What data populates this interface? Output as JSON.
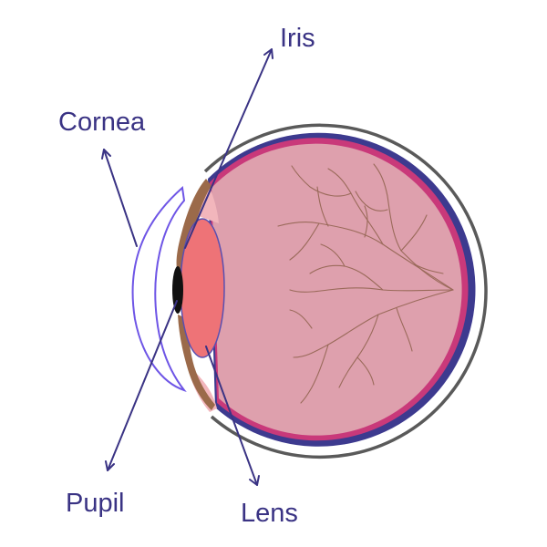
{
  "labels": {
    "iris": "Iris",
    "cornea": "Cornea",
    "pupil": "Pupil",
    "lens": "Lens"
  },
  "colors": {
    "label_text": "#3a3384",
    "sclera_outline": "#5a5a5a",
    "choroid": "#3d3a8f",
    "retina": "#c9397a",
    "vitreous": "#dea0ad",
    "lens": "#ee7377",
    "iris": "#9b6a4a",
    "pupil": "#111111",
    "cornea": "#6e55e6",
    "veins": "#9a6a5a"
  }
}
